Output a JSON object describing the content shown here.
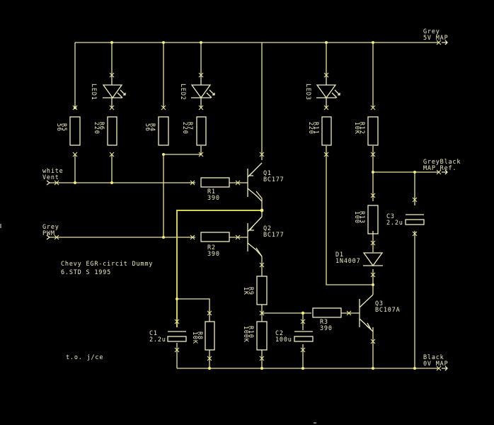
{
  "title": {
    "line1": "Chevy EGR-circit Dummy",
    "line2": "6.STD S  1995"
  },
  "footer": "t.o. j/ce",
  "connectors": {
    "grey_5v": {
      "line1": "Grey",
      "line2": "5V MAP"
    },
    "grey_black": {
      "line1": "GreyBlack",
      "line2": "MAP Ref."
    },
    "black_0v": {
      "line1": "Black",
      "line2": "0V MAP"
    },
    "white_vent": {
      "line1": "white",
      "line2": "Vent"
    },
    "grey_pwm": {
      "line1": "Grey",
      "line2": "PWM"
    }
  },
  "components": {
    "R1": {
      "ref": "R1",
      "value": "390"
    },
    "R2": {
      "ref": "R2",
      "value": "390"
    },
    "R3": {
      "ref": "R3",
      "value": "390"
    },
    "R4": {
      "ref": "R4",
      "value": "56"
    },
    "R5": {
      "ref": "R5",
      "value": "56"
    },
    "R6": {
      "ref": "R6",
      "value": "220"
    },
    "R7": {
      "ref": "R7",
      "value": "220"
    },
    "R8": {
      "ref": "R8",
      "value": "10K"
    },
    "R9": {
      "ref": "R9",
      "value": "1K"
    },
    "R10": {
      "ref": "R10",
      "value": "100K"
    },
    "R11": {
      "ref": "R11",
      "value": "220"
    },
    "R12": {
      "ref": "R12",
      "value": "10K"
    },
    "R13": {
      "ref": "R13",
      "value": "100"
    },
    "C1": {
      "ref": "C1",
      "value": "2.2u"
    },
    "C2": {
      "ref": "C2",
      "value": "100u"
    },
    "C3": {
      "ref": "C3",
      "value": "2.2u"
    },
    "D1": {
      "ref": "D1",
      "value": "1N4007"
    },
    "LED1": {
      "ref": "LED1"
    },
    "LED2": {
      "ref": "LED2"
    },
    "LED3": {
      "ref": "LED3"
    },
    "Q1": {
      "ref": "Q1",
      "value": "BC177"
    },
    "Q2": {
      "ref": "Q2",
      "value": "BC177"
    },
    "Q3": {
      "ref": "Q3",
      "value": "BC107A"
    }
  }
}
